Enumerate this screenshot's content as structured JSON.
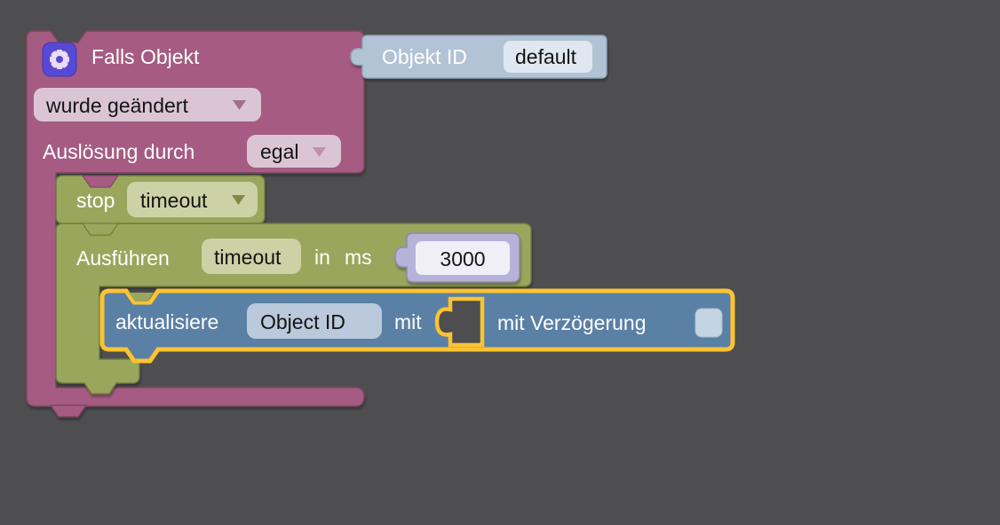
{
  "workspace": {
    "background": "#4e4e50",
    "selection_color": "#fcc331"
  },
  "trigger_block": {
    "color": "#a55b82",
    "border": "#7d4863",
    "field_bg": "#dbc5d4",
    "gear_icon_color": "#5549d6",
    "title": "Falls Objekt",
    "change_dropdown": {
      "value": "wurde geändert"
    },
    "trigger_by_label": "Auslösung durch",
    "trigger_by_dropdown": {
      "value": "egal"
    }
  },
  "object_id_block": {
    "color": "#b2c3d6",
    "border": "#90a7bf",
    "field_bg": "#dfe7f0",
    "label": "Objekt ID",
    "value": "default"
  },
  "stop_block": {
    "color": "#9aa65c",
    "border": "#717b40",
    "field_bg": "#ccd2a6",
    "label": "stop",
    "dropdown": {
      "value": "timeout"
    }
  },
  "execute_block": {
    "color": "#9aa65c",
    "border": "#717b40",
    "field_bg": "#ccd2a6",
    "label": "Ausführen",
    "name_field": "timeout",
    "in_label": "in",
    "unit_label": "ms"
  },
  "delay_number_block": {
    "color": "#b6b2d8",
    "border": "#8d89b4",
    "field_bg": "#f0eff7",
    "value": "3000"
  },
  "update_block": {
    "color": "#5b80a5",
    "border": "#44607c",
    "field_bg": "#bac9db",
    "selected": true,
    "label": "aktualisiere",
    "object_field": "Object ID",
    "with_label": "mit",
    "delay_label": "mit Verzögerung",
    "checkbox_checked": false
  }
}
